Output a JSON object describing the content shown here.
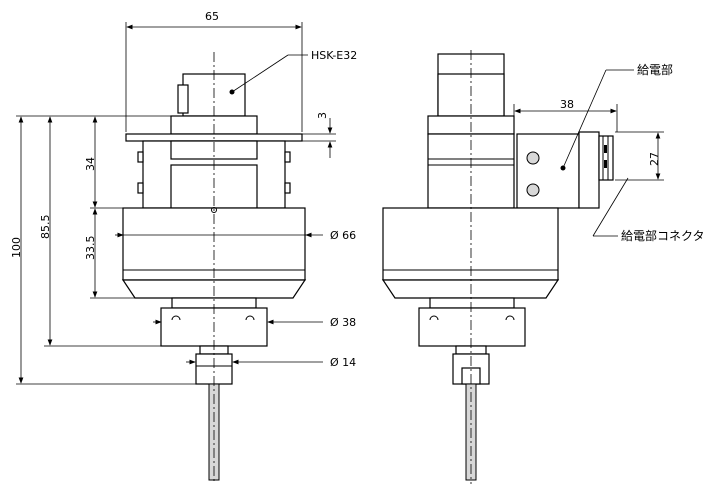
{
  "dimensions": {
    "width_total": "65",
    "interface_label": "HSK-E32",
    "flange_thickness": "3",
    "upper_height": "34",
    "total_height": "100",
    "mid_height": "85.5",
    "body_height": "33.5",
    "body_diameter": "Ø 66",
    "collar_diameter": "Ø 38",
    "nut_diameter": "Ø 14",
    "supply_offset": "38",
    "connector_height": "27"
  },
  "callouts": {
    "power_supply_unit": "給電部",
    "power_supply_connector": "給電部コネクタ"
  }
}
